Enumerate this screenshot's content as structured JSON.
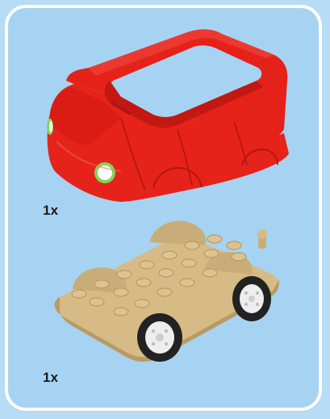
{
  "steps": [
    {
      "part": "car-body",
      "quantity_label": "1x"
    },
    {
      "part": "car-chassis",
      "quantity_label": "1x"
    }
  ],
  "colors": {
    "background": "#a7d3f2",
    "frame": "#ffffff",
    "body_red": "#e5231b",
    "chassis_tan": "#d6bb87",
    "tire": "#222222",
    "hub": "#eeeeee",
    "headlight_ring": "#7ed957"
  },
  "icons": [
    "car-body-icon",
    "car-chassis-icon"
  ]
}
